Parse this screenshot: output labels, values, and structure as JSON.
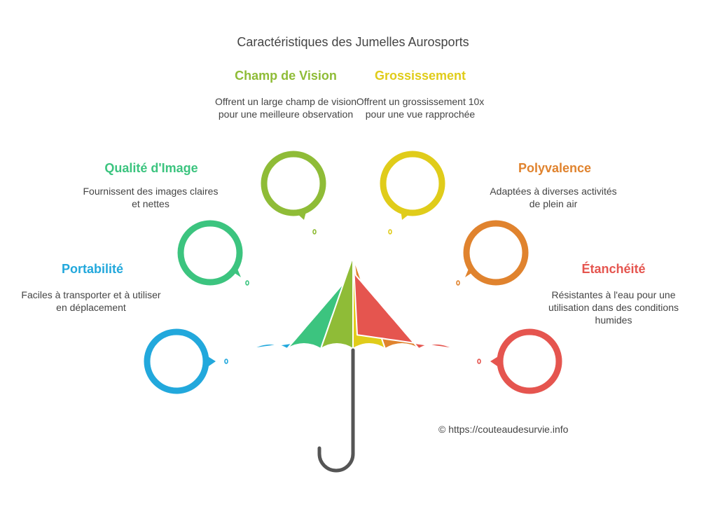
{
  "title": "Caractéristiques des Jumelles Aurosports",
  "credit": "© https://couteaudesurvie.info",
  "colors": {
    "blue": "#22a8dc",
    "teal": "#3cc47f",
    "green": "#8fbc37",
    "yellow": "#e0cc1a",
    "orange": "#e0832e",
    "red": "#e5554f",
    "handle": "#555555"
  },
  "features": [
    {
      "title": "Portabilité",
      "description": "Faciles à transporter et à utiliser en déplacement",
      "color": "#22a8dc"
    },
    {
      "title": "Qualité d'Image",
      "description": "Fournissent des images claires et nettes",
      "color": "#3cc47f"
    },
    {
      "title": "Champ de Vision",
      "description": "Offrent un large champ de vision pour une meilleure observation",
      "color": "#8fbc37"
    },
    {
      "title": "Grossissement",
      "description": "Offrent un grossissement 10x pour une vue rapprochée",
      "color": "#e0cc1a"
    },
    {
      "title": "Polyvalence",
      "description": "Adaptées à diverses activités de plein air",
      "color": "#e0832e"
    },
    {
      "title": "Étanchéité",
      "description": "Résistantes à l'eau pour une utilisation dans des conditions humides",
      "color": "#e5554f"
    }
  ]
}
